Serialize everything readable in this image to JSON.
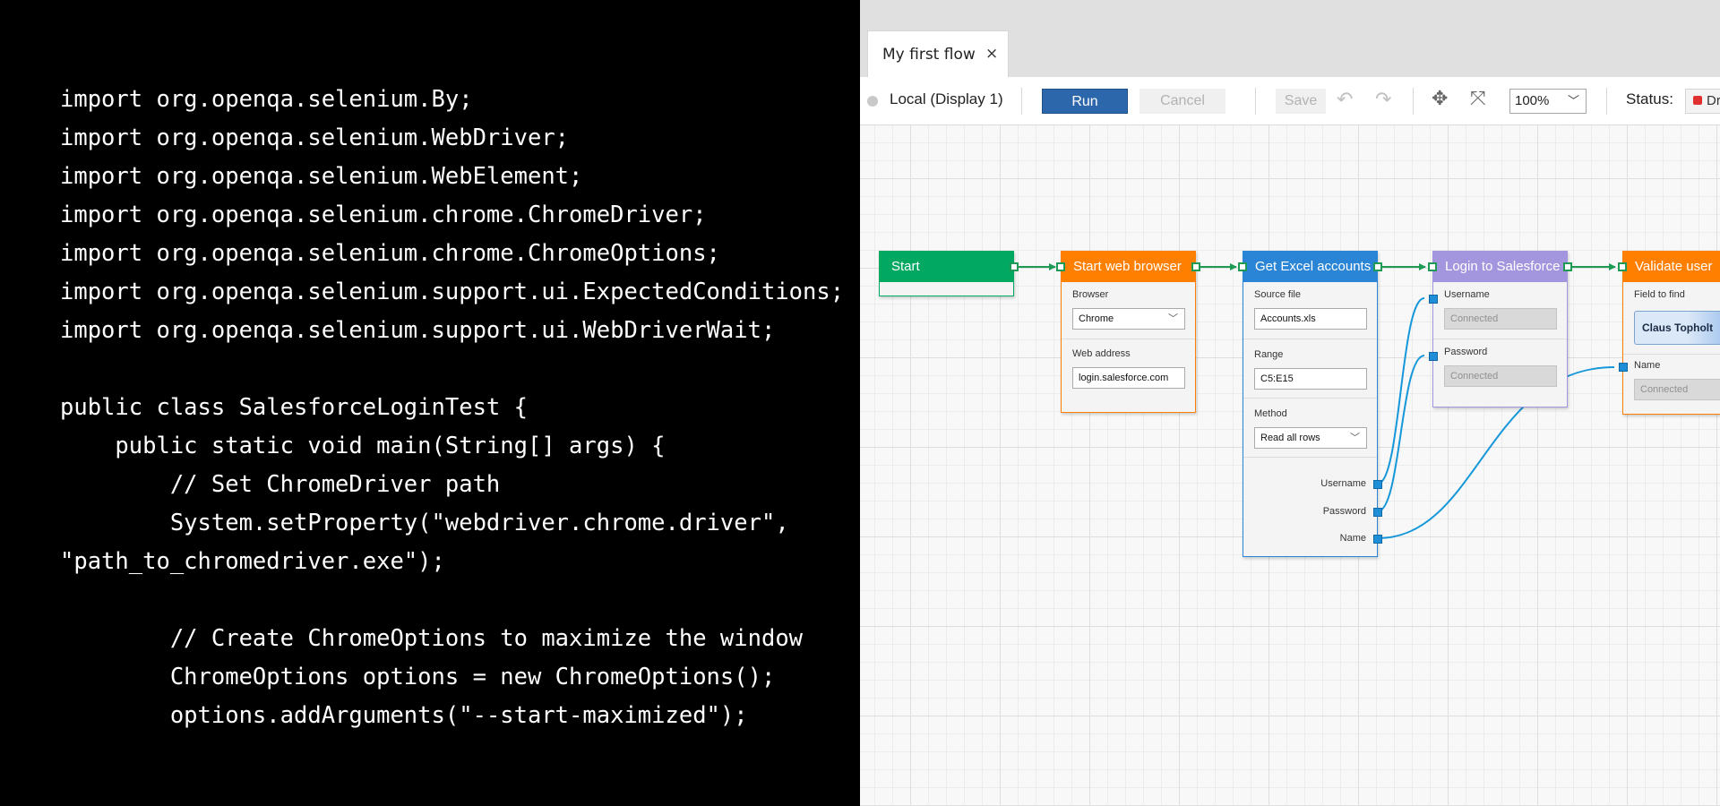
{
  "code": {
    "text": "import org.openqa.selenium.By;\nimport org.openqa.selenium.WebDriver;\nimport org.openqa.selenium.WebElement;\nimport org.openqa.selenium.chrome.ChromeDriver;\nimport org.openqa.selenium.chrome.ChromeOptions;\nimport org.openqa.selenium.support.ui.ExpectedConditions;\nimport org.openqa.selenium.support.ui.WebDriverWait;\n\npublic class SalesforceLoginTest {\n    public static void main(String[] args) {\n        // Set ChromeDriver path\n        System.setProperty(\"webdriver.chrome.driver\",\n\"path_to_chromedriver.exe\");\n\n        // Create ChromeOptions to maximize the window\n        ChromeOptions options = new ChromeOptions();\n        options.addArguments(\"--start-maximized\");"
  },
  "tab": {
    "title": "My first flow",
    "close_icon": "×"
  },
  "toolbar": {
    "robot": "Local (Display 1)",
    "run": "Run",
    "cancel": "Cancel",
    "save": "Save",
    "undo_icon": "↶",
    "redo_icon": "↷",
    "move_icon": "✥",
    "fit_icon": "⤧",
    "zoom": "100%",
    "status_label": "Status:",
    "status_value": "Dr"
  },
  "colors": {
    "start": "#00a862",
    "browser": "#ff7f00",
    "excel": "#2a85d6",
    "login": "#a395de",
    "validate": "#ff7f00",
    "link": "#1597d9",
    "control_link": "#1d9a54"
  },
  "nodes": {
    "start": {
      "title": "Start"
    },
    "browser": {
      "title": "Start web browser",
      "browser_label": "Browser",
      "browser_value": "Chrome",
      "address_label": "Web address",
      "address_value": "login.salesforce.com"
    },
    "excel": {
      "title": "Get Excel accounts",
      "source_label": "Source file",
      "source_value": "Accounts.xls",
      "range_label": "Range",
      "range_value": "C5:E15",
      "method_label": "Method",
      "method_value": "Read all rows",
      "out_username": "Username",
      "out_password": "Password",
      "out_name": "Name"
    },
    "login": {
      "title": "Login to Salesforce",
      "username_label": "Username",
      "username_value": "Connected",
      "password_label": "Password",
      "password_value": "Connected"
    },
    "validate": {
      "title": "Validate user",
      "field_label": "Field to find",
      "field_value": "Claus Topholt",
      "name_label": "Name",
      "name_value": "Connected"
    }
  }
}
